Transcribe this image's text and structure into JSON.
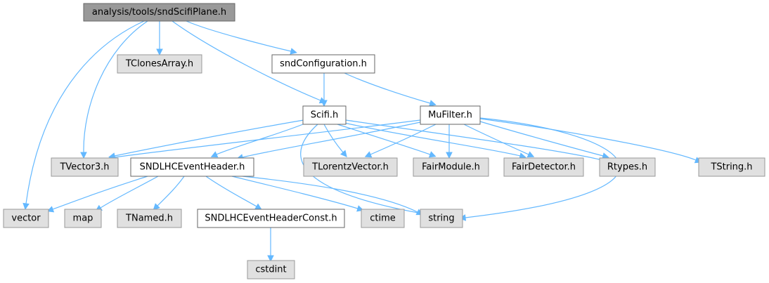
{
  "diagram": {
    "nodes": [
      {
        "id": "root",
        "label": "analysis/tools/sndScifiPlane.h",
        "kind": "root"
      },
      {
        "id": "tclones",
        "label": "TClonesArray.h",
        "kind": "sys"
      },
      {
        "id": "sndconf",
        "label": "sndConfiguration.h",
        "kind": "proj"
      },
      {
        "id": "scifi",
        "label": "Scifi.h",
        "kind": "proj"
      },
      {
        "id": "mufilter",
        "label": "MuFilter.h",
        "kind": "proj"
      },
      {
        "id": "tvector3",
        "label": "TVector3.h",
        "kind": "sys"
      },
      {
        "id": "sndheader",
        "label": "SNDLHCEventHeader.h",
        "kind": "proj"
      },
      {
        "id": "tlorentz",
        "label": "TLorentzVector.h",
        "kind": "sys"
      },
      {
        "id": "fairmodule",
        "label": "FairModule.h",
        "kind": "sys"
      },
      {
        "id": "fairdetector",
        "label": "FairDetector.h",
        "kind": "sys"
      },
      {
        "id": "rtypes",
        "label": "Rtypes.h",
        "kind": "sys"
      },
      {
        "id": "tstring",
        "label": "TString.h",
        "kind": "sys"
      },
      {
        "id": "vector",
        "label": "vector",
        "kind": "sys"
      },
      {
        "id": "map",
        "label": "map",
        "kind": "sys"
      },
      {
        "id": "tnamed",
        "label": "TNamed.h",
        "kind": "sys"
      },
      {
        "id": "sndconst",
        "label": "SNDLHCEventHeaderConst.h",
        "kind": "proj"
      },
      {
        "id": "ctime",
        "label": "ctime",
        "kind": "sys"
      },
      {
        "id": "string",
        "label": "string",
        "kind": "sys"
      },
      {
        "id": "cstdint",
        "label": "cstdint",
        "kind": "sys"
      }
    ],
    "edges": [
      {
        "from": "root",
        "to": "vector"
      },
      {
        "from": "root",
        "to": "tvector3"
      },
      {
        "from": "root",
        "to": "tclones"
      },
      {
        "from": "root",
        "to": "scifi"
      },
      {
        "from": "root",
        "to": "sndconf"
      },
      {
        "from": "sndconf",
        "to": "scifi"
      },
      {
        "from": "sndconf",
        "to": "mufilter"
      },
      {
        "from": "scifi",
        "to": "tvector3"
      },
      {
        "from": "scifi",
        "to": "sndheader"
      },
      {
        "from": "scifi",
        "to": "tlorentz"
      },
      {
        "from": "scifi",
        "to": "fairmodule"
      },
      {
        "from": "scifi",
        "to": "fairdetector"
      },
      {
        "from": "scifi",
        "to": "rtypes"
      },
      {
        "from": "scifi",
        "to": "string"
      },
      {
        "from": "mufilter",
        "to": "tvector3"
      },
      {
        "from": "mufilter",
        "to": "sndheader"
      },
      {
        "from": "mufilter",
        "to": "tlorentz"
      },
      {
        "from": "mufilter",
        "to": "fairmodule"
      },
      {
        "from": "mufilter",
        "to": "fairdetector"
      },
      {
        "from": "mufilter",
        "to": "rtypes"
      },
      {
        "from": "mufilter",
        "to": "tstring"
      },
      {
        "from": "mufilter",
        "to": "string"
      },
      {
        "from": "sndheader",
        "to": "vector"
      },
      {
        "from": "sndheader",
        "to": "map"
      },
      {
        "from": "sndheader",
        "to": "tnamed"
      },
      {
        "from": "sndheader",
        "to": "sndconst"
      },
      {
        "from": "sndheader",
        "to": "ctime"
      },
      {
        "from": "sndheader",
        "to": "string"
      },
      {
        "from": "sndconst",
        "to": "cstdint"
      }
    ]
  }
}
